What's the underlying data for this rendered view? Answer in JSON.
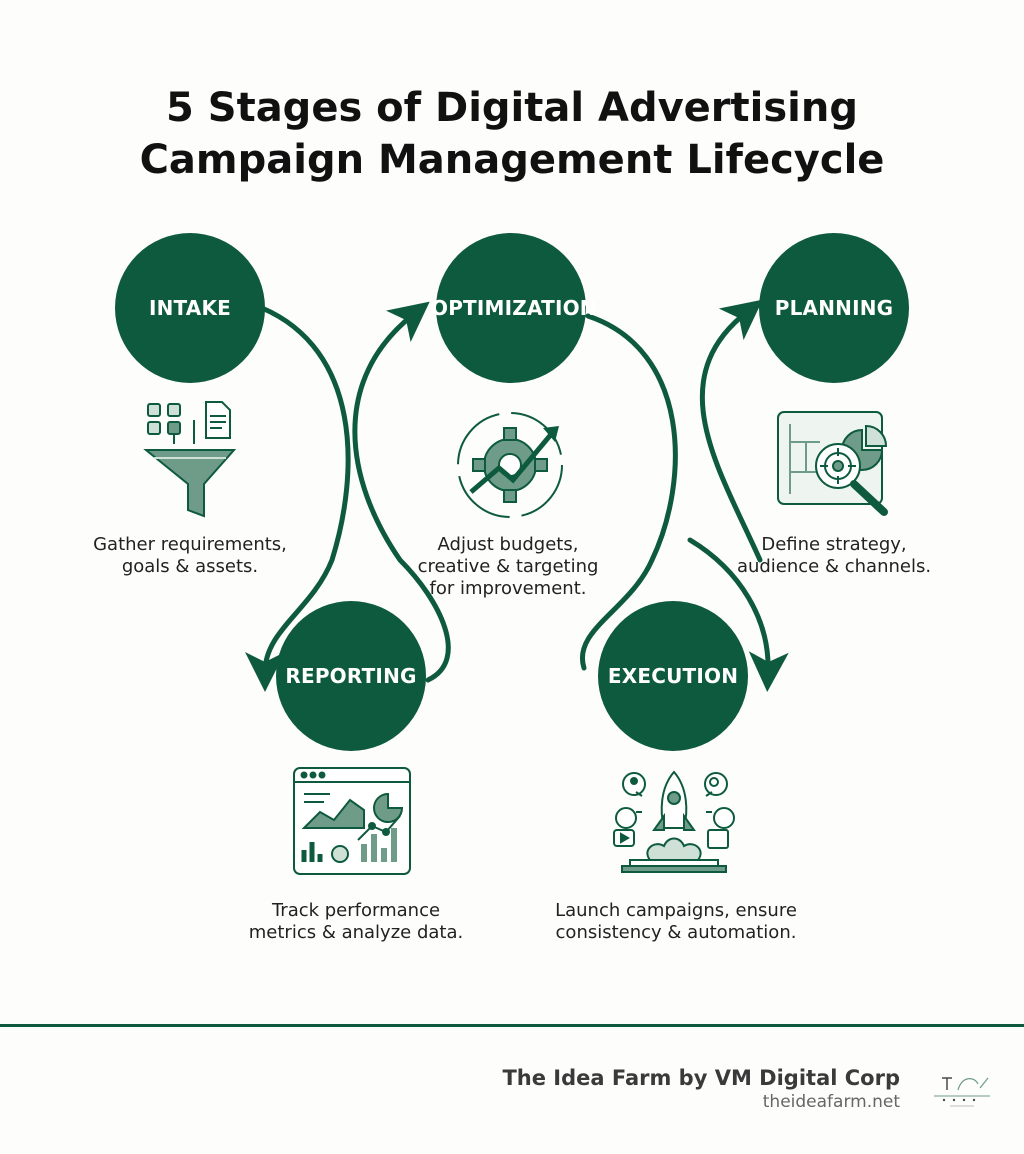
{
  "title": {
    "line1": "5 Stages of Digital Advertising",
    "line2": "Campaign Management Lifecycle"
  },
  "stages": [
    {
      "label": "INTAKE",
      "icon": "funnel-icon",
      "desc": [
        "Gather requirements,",
        "goals & assets."
      ]
    },
    {
      "label": "OPTIMIZATION",
      "icon": "gear-arrow-icon",
      "desc": [
        "Adjust budgets,",
        "creative & targeting",
        "for improvement."
      ]
    },
    {
      "label": "PLANNING",
      "icon": "blueprint-magnifier-icon",
      "desc": [
        "Define strategy,",
        "audience & channels."
      ]
    },
    {
      "label": "REPORTING",
      "icon": "analytics-dashboard-icon",
      "desc": [
        "Track performance",
        "metrics & analyze data."
      ]
    },
    {
      "label": "EXECUTION",
      "icon": "rocket-launch-icon",
      "desc": [
        "Launch campaigns, ensure",
        "consistency & automation."
      ]
    }
  ],
  "footer": {
    "brand": "The Idea Farm by VM Digital Corp",
    "url": "theideafarm.net",
    "logo_icon": "idea-farm-logo-icon"
  },
  "colors": {
    "primary": "#0e5a3e",
    "icon_fill": "#6f9c88",
    "icon_light": "#cfe0d7"
  }
}
